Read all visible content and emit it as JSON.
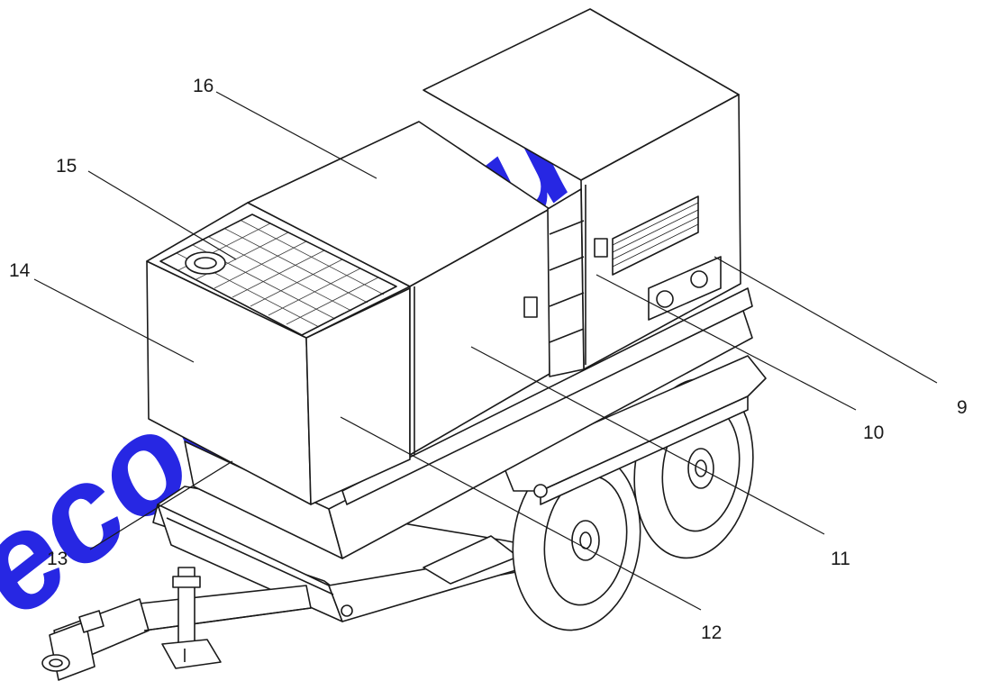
{
  "title": "",
  "callouts": [
    {
      "label": "9"
    },
    {
      "label": "10"
    },
    {
      "label": "11"
    },
    {
      "label": "12"
    },
    {
      "label": "13"
    },
    {
      "label": "14"
    },
    {
      "label": "15"
    },
    {
      "label": "16"
    }
  ],
  "watermark": {
    "text": "ecourt-Equip",
    "color": "#1010e0"
  },
  "line_color": "#1a1a1a"
}
